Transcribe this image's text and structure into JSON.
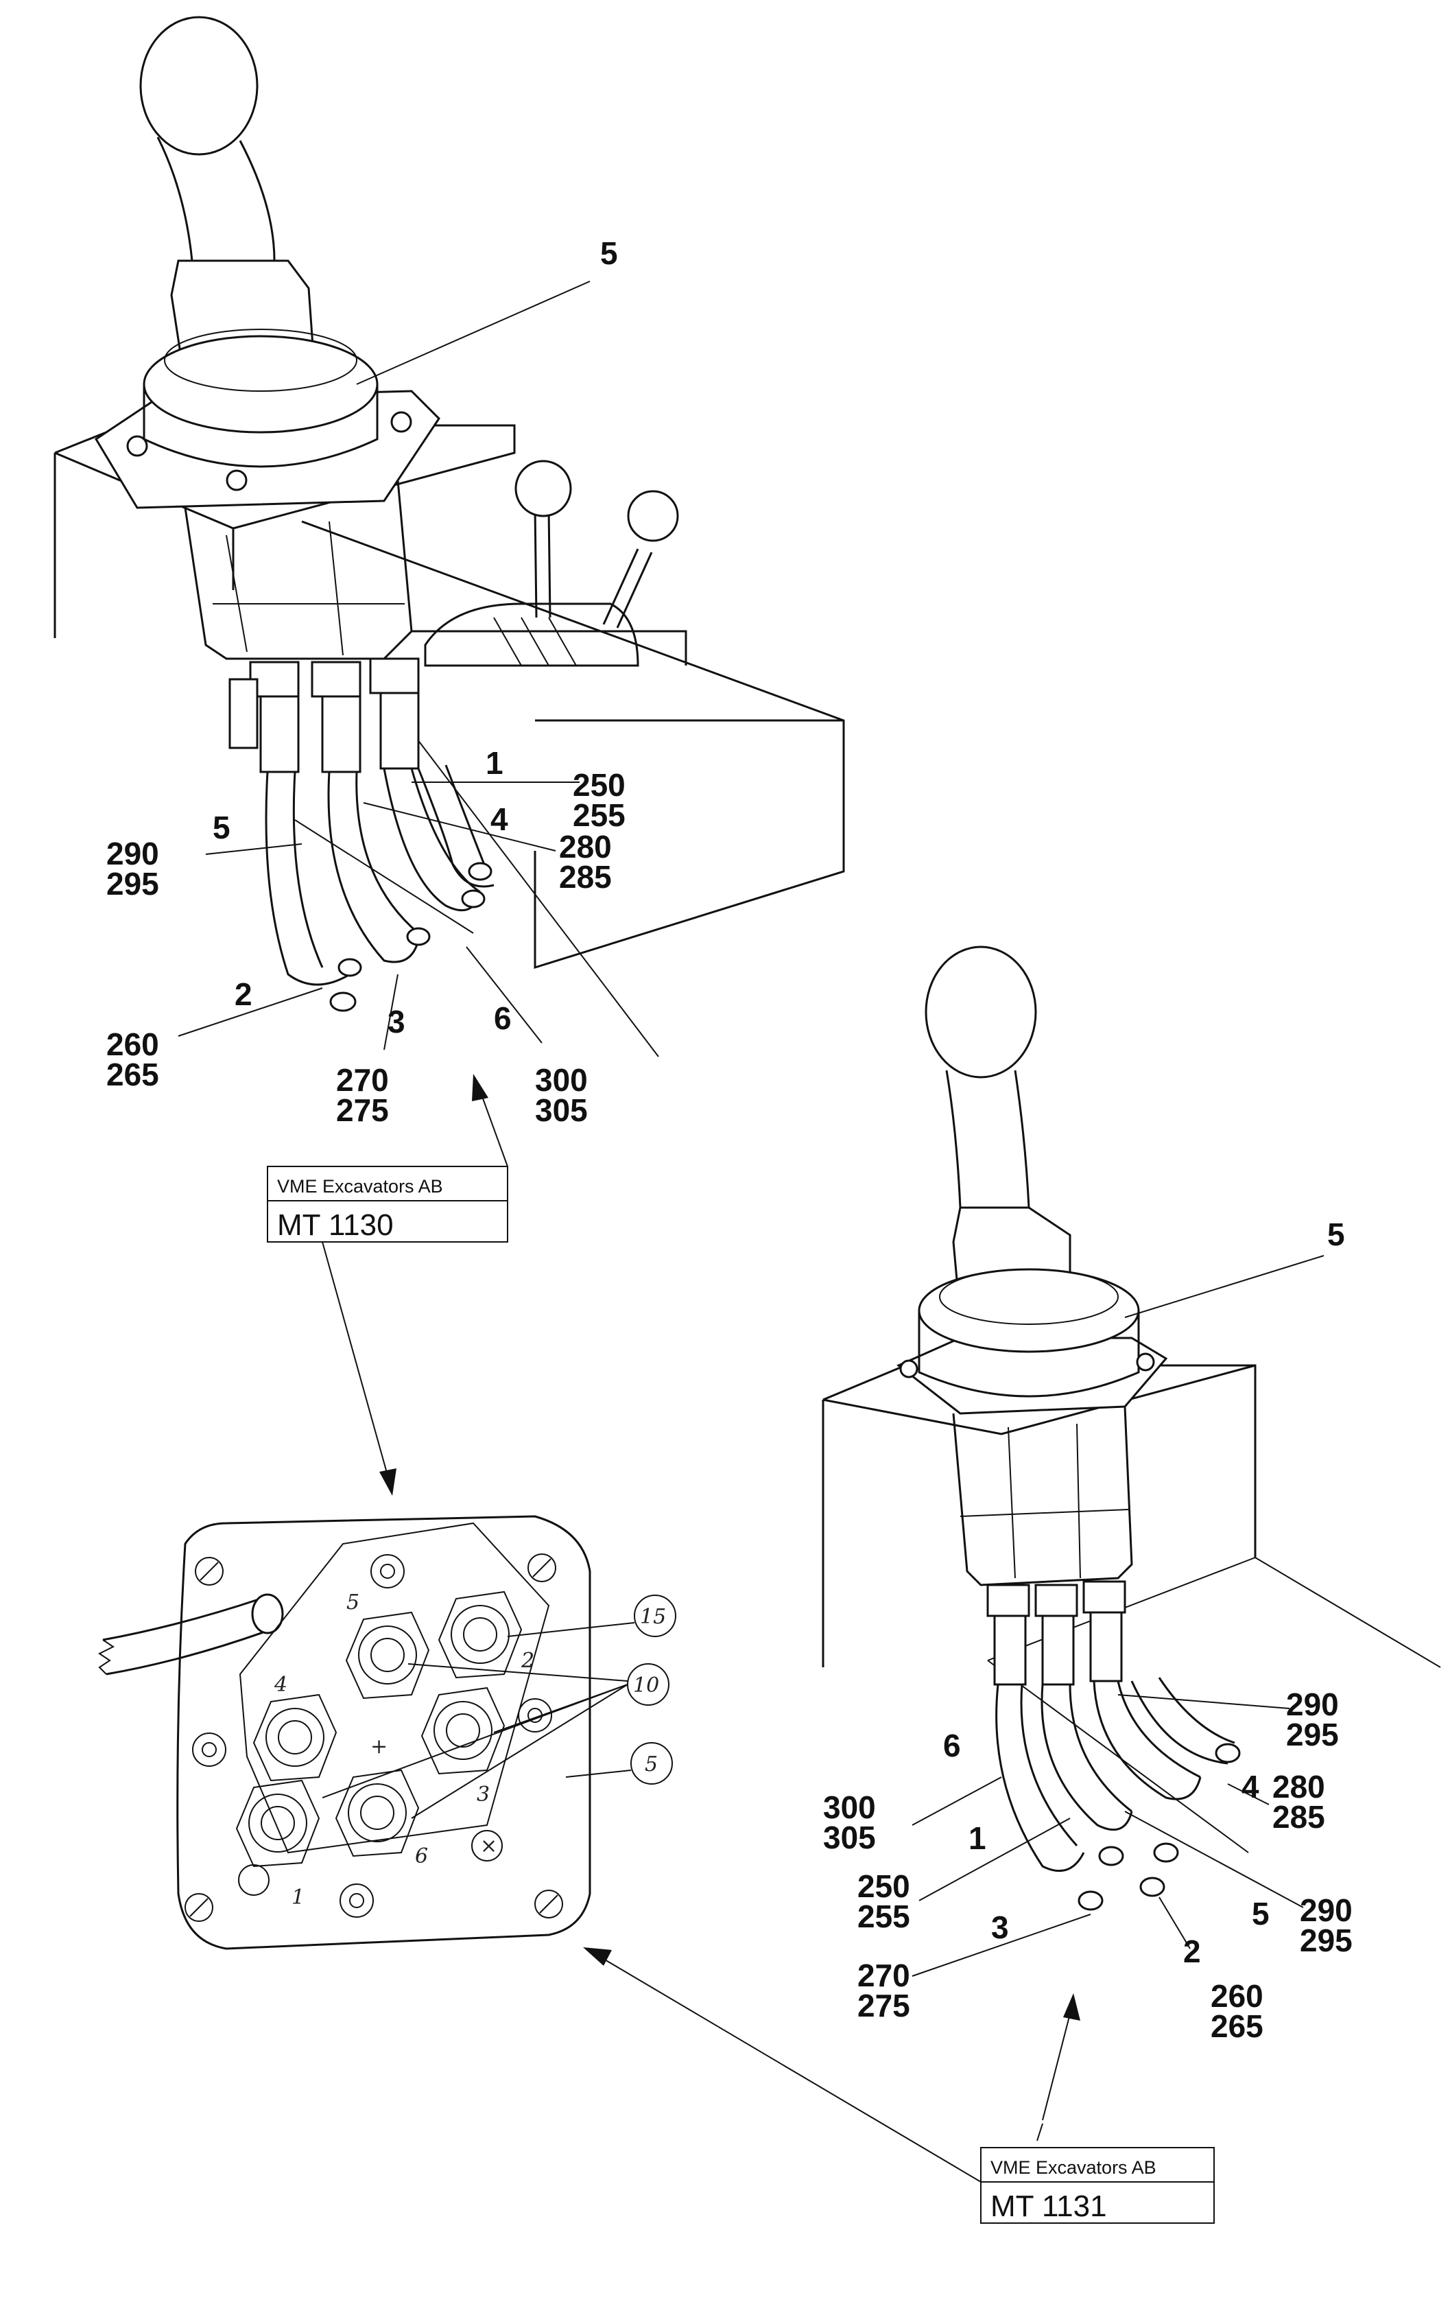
{
  "diagram": {
    "top_assembly": {
      "callouts": {
        "c5_top": "5",
        "c1": "1",
        "c4": "4",
        "c5": "5",
        "c2": "2",
        "c3": "3",
        "c6": "6"
      },
      "part_numbers": {
        "p250": "250",
        "p255": "255",
        "p280": "280",
        "p285": "285",
        "p290": "290",
        "p295": "295",
        "p260": "260",
        "p265": "265",
        "p270": "270",
        "p275": "275",
        "p300": "300",
        "p305": "305"
      },
      "label_box": {
        "company": "VME Excavators AB",
        "code": "MT 1130"
      }
    },
    "bottom_view": {
      "port_numbers": {
        "n1": "1",
        "n2": "2",
        "n3": "3",
        "n4": "4",
        "n5": "5",
        "n6": "6",
        "plus": "+"
      },
      "circled_callouts": {
        "c15": "15",
        "c10": "10",
        "c5": "5"
      }
    },
    "right_assembly": {
      "callouts": {
        "c5_top": "5",
        "c6": "6",
        "c4": "4",
        "c1": "1",
        "c3": "3",
        "c2": "2",
        "c5": "5"
      },
      "part_numbers": {
        "p290a": "290",
        "p295a": "295",
        "p300": "300",
        "p305": "305",
        "p280": "280",
        "p285": "285",
        "p250": "250",
        "p255": "255",
        "p290b": "290",
        "p295b": "295",
        "p270": "270",
        "p275": "275",
        "p260": "260",
        "p265": "265"
      },
      "label_box": {
        "company": "VME Excavators AB",
        "code": "MT 1131"
      }
    }
  }
}
